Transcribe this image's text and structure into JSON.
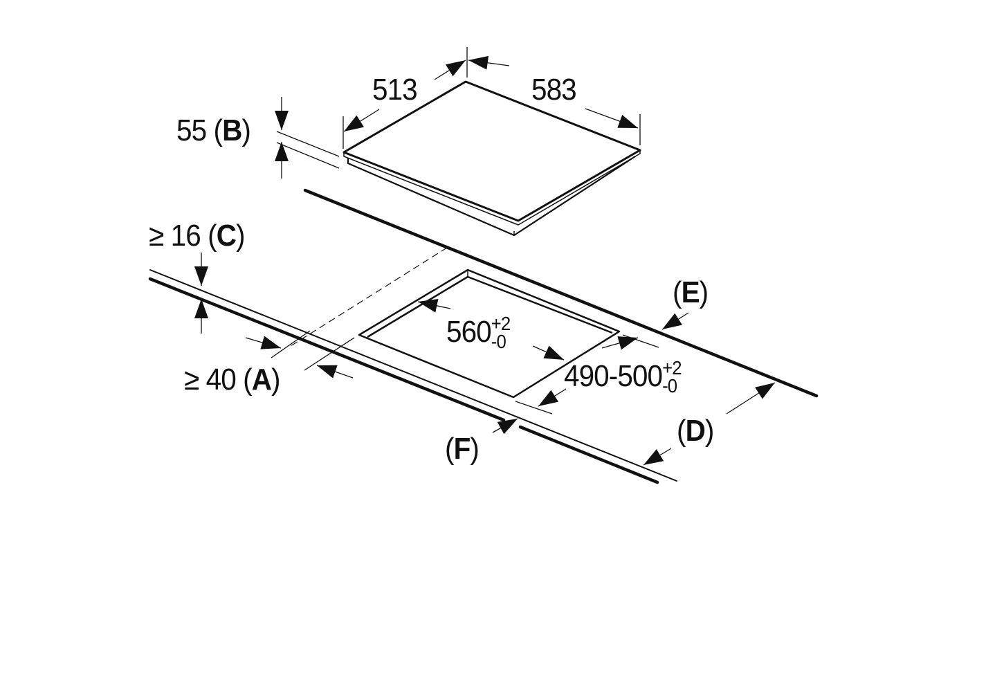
{
  "dimensions": {
    "width": "513",
    "length": "583",
    "height_value": "55",
    "height_letter": "B",
    "min_thickness_prefix": "≥ 16",
    "min_thickness_letter": "C",
    "min_front_prefix": "≥ 40",
    "min_front_letter": "A",
    "cutout_width": "560",
    "cutout_width_tol_plus": "+2",
    "cutout_width_tol_minus": "-0",
    "cutout_depth": "490-500",
    "cutout_depth_tol_plus": "+2",
    "cutout_depth_tol_minus": "-0",
    "label_e": "E",
    "label_d": "D",
    "label_f": "F"
  },
  "colors": {
    "line": "#111111",
    "background": "#ffffff"
  }
}
